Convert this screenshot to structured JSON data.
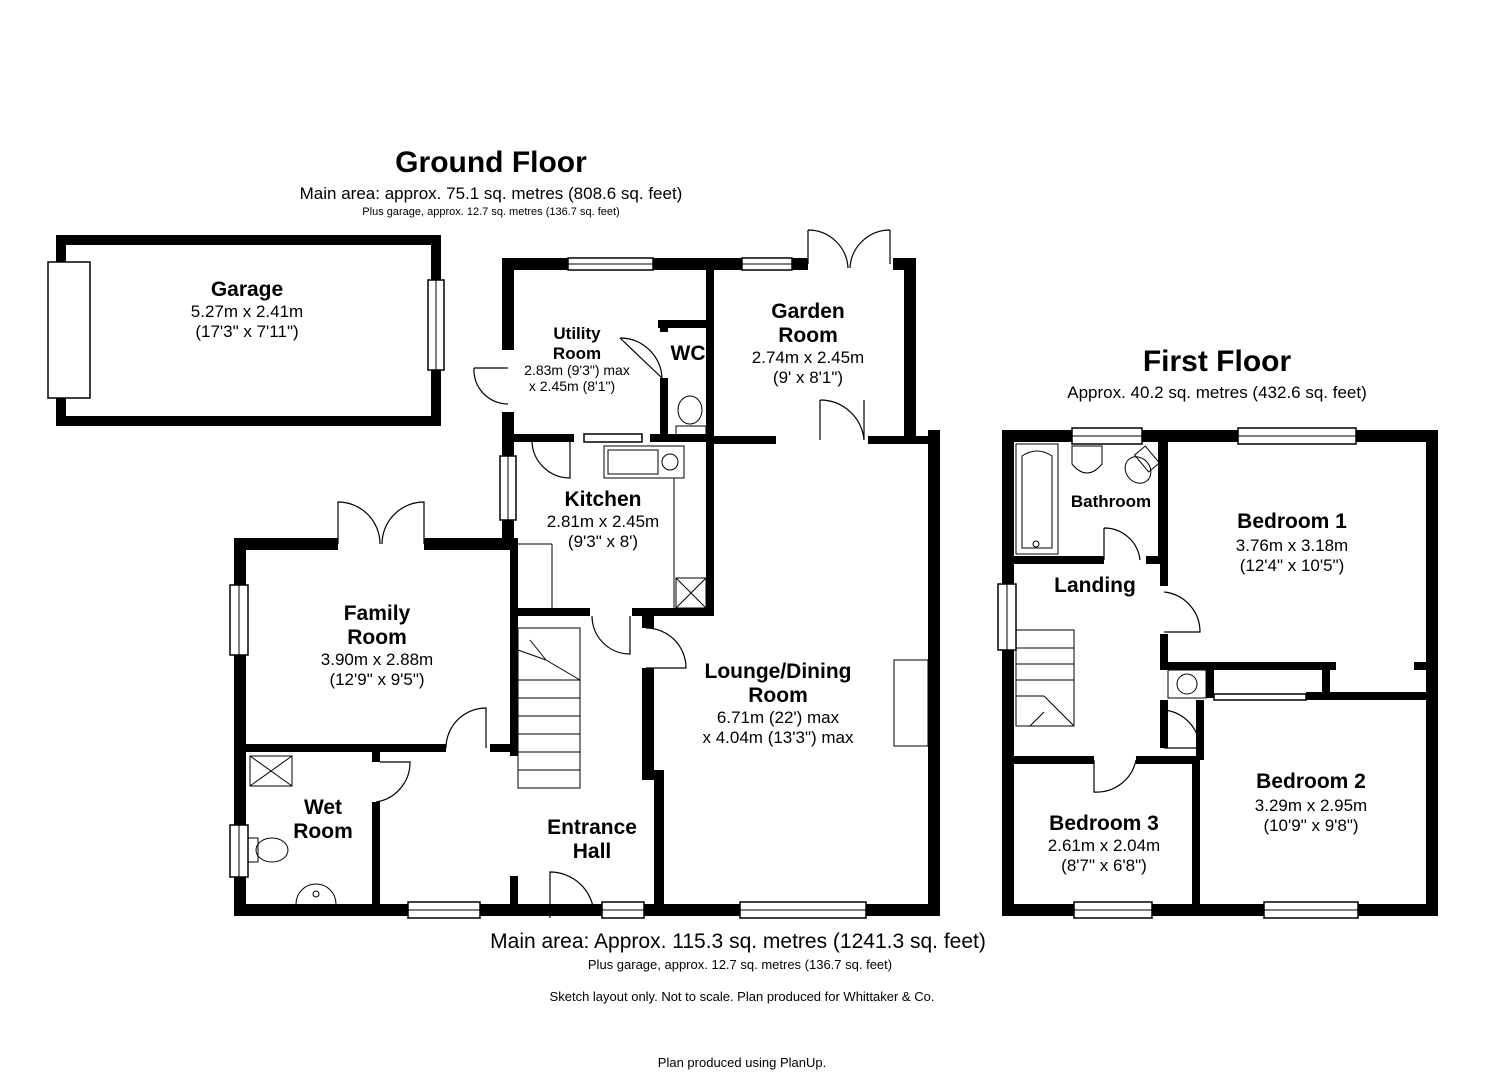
{
  "ground_floor": {
    "title": "Ground Floor",
    "main_area": "Main area: approx. 75.1 sq. metres (808.6 sq. feet)",
    "plus_garage": "Plus garage, approx. 12.7 sq. metres (136.7 sq. feet)"
  },
  "first_floor": {
    "title": "First Floor",
    "area": "Approx. 40.2 sq. metres (432.6 sq. feet)"
  },
  "rooms": {
    "garage": {
      "name": "Garage",
      "dim1": "5.27m x 2.41m",
      "dim2": "(17'3\" x 7'11\")"
    },
    "utility": {
      "name1": "Utility",
      "name2": "Room",
      "dim1": "2.83m (9'3\") max",
      "dim2": "x 2.45m (8'1\")"
    },
    "wc": {
      "name": "WC"
    },
    "garden_room": {
      "name1": "Garden",
      "name2": "Room",
      "dim1": "2.74m x 2.45m",
      "dim2": "(9' x 8'1\")"
    },
    "kitchen": {
      "name": "Kitchen",
      "dim1": "2.81m x 2.45m",
      "dim2": "(9'3\" x 8')"
    },
    "family_room": {
      "name1": "Family",
      "name2": "Room",
      "dim1": "3.90m x 2.88m",
      "dim2": "(12'9\" x 9'5\")"
    },
    "lounge": {
      "name1": "Lounge/Dining",
      "name2": "Room",
      "dim1": "6.71m (22') max",
      "dim2": "x 4.04m (13'3\") max"
    },
    "wet_room": {
      "name1": "Wet",
      "name2": "Room"
    },
    "entrance_hall": {
      "name1": "Entrance",
      "name2": "Hall"
    },
    "bathroom": {
      "name": "Bathroom"
    },
    "landing": {
      "name": "Landing"
    },
    "bedroom1": {
      "name": "Bedroom 1",
      "dim1": "3.76m x 3.18m",
      "dim2": "(12'4\" x 10'5\")"
    },
    "bedroom2": {
      "name": "Bedroom 2",
      "dim1": "3.29m x 2.95m",
      "dim2": "(10'9\" x 9'8\")"
    },
    "bedroom3": {
      "name": "Bedroom 3",
      "dim1": "2.61m x 2.04m",
      "dim2": "(8'7\" x 6'8\")"
    }
  },
  "footer": {
    "total": "Main area: Approx. 115.3 sq. metres (1241.3 sq. feet)",
    "garage": "Plus garage, approx. 12.7 sq. metres (136.7 sq. feet)",
    "note": "Sketch layout only. Not to scale. Plan produced for Whittaker & Co.",
    "credit": "Plan produced using PlanUp."
  }
}
